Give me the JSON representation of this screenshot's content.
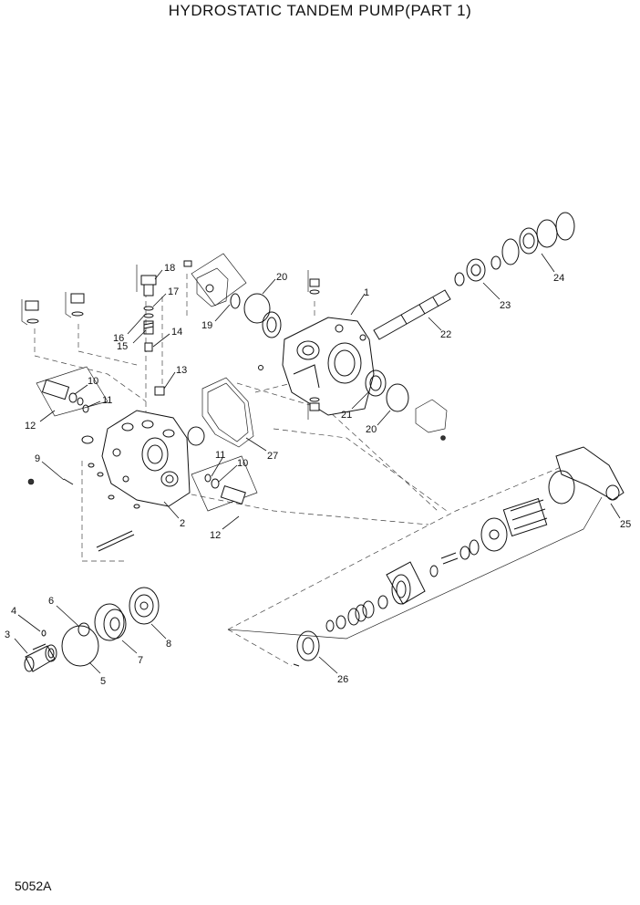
{
  "title": "HYDROSTATIC TANDEM PUMP(PART 1)",
  "drawing_code": "5052A",
  "callouts": [
    "1",
    "2",
    "3",
    "4",
    "5",
    "6",
    "7",
    "8",
    "9",
    "10",
    "10",
    "11",
    "11",
    "12",
    "12",
    "13",
    "14",
    "15",
    "16",
    "17",
    "18",
    "19",
    "20",
    "20",
    "21",
    "22",
    "23",
    "24",
    "25",
    "26",
    "27"
  ]
}
